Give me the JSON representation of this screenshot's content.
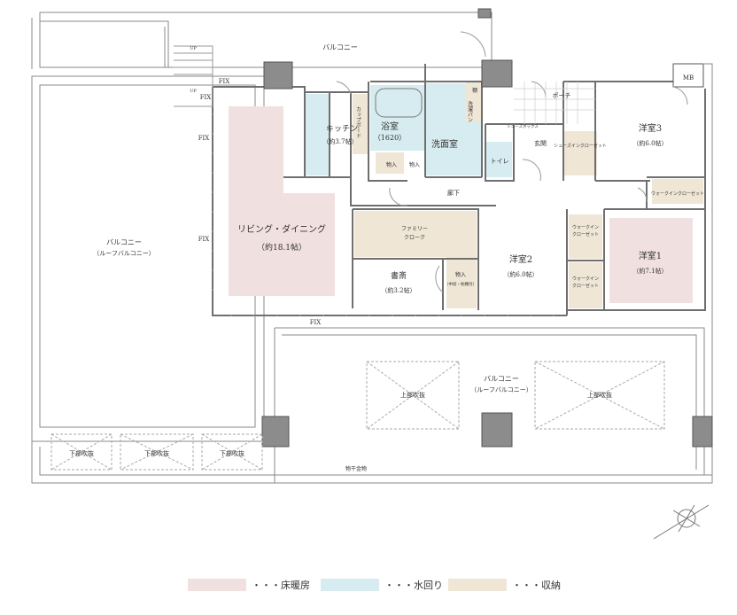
{
  "colors": {
    "floor_heating": "#f1e0e0",
    "water": "#d7ecf0",
    "storage": "#efe6d6",
    "wall": "#8c8c8c",
    "line": "#777777"
  },
  "labels": {
    "balcony_top": "バルコニー",
    "balcony_left": "バルコニー",
    "balcony_left_sub": "（ルーフバルコニー）",
    "balcony_bottom": "バルコニー",
    "balcony_bottom_sub": "（ルーフバルコニー）",
    "kitchen": "キッチン",
    "kitchen_size": "（約3.7帖）",
    "cupboard": "カップボード",
    "bath": "浴室",
    "bath_size": "（1620）",
    "washroom": "洗面室",
    "linen": "棚",
    "wash_machine": "洗濯パン",
    "toilet": "トイレ",
    "storage_a": "物入",
    "storage_b": "物入",
    "porch": "ポーチ",
    "entrance": "玄関",
    "shoes_closet": "シューズインクローゼット",
    "shoes_cabinet": "シューズボックス",
    "corridor": "廊下",
    "living": "リビング・ダイニング",
    "living_size": "（約18.1帖）",
    "family_cloak": "ファミリー",
    "family_cloak_2": "クローク",
    "study": "書斎",
    "study_size": "（約3.2帖）",
    "storage_c": "物入",
    "storage_c_sub": "（中段・枕棚付）",
    "western2": "洋室2",
    "western2_size": "（約6.0帖）",
    "western1": "洋室1",
    "western1_size": "（約7.1帖）",
    "western3": "洋室3",
    "western3_size": "（約6.0帖）",
    "walkin_1": "ウォークイン",
    "walkin_1b": "クローゼット",
    "walkin_2": "ウォークイン",
    "walkin_2b": "クローゼット",
    "walkin_3": "ウォークインクローゼット",
    "fix": "FIX",
    "up": "UP",
    "mb": "MB",
    "void_below": "下部吹抜",
    "void_above": "上部吹抜",
    "laundry_hardware": "物干金物"
  },
  "legend": [
    {
      "text": "・・・床暖房",
      "color": "#f1e0e0"
    },
    {
      "text": "・・・水回り",
      "color": "#d7ecf0"
    },
    {
      "text": "・・・収納",
      "color": "#efe6d6"
    }
  ]
}
